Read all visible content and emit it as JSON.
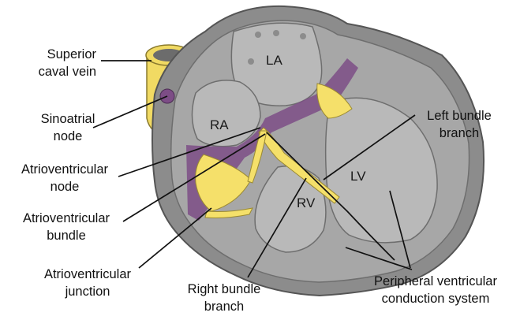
{
  "diagram": {
    "chambers": {
      "la": "LA",
      "ra": "RA",
      "lv": "LV",
      "rv": "RV"
    },
    "labels": {
      "svc_1": "Superior",
      "svc_2": "caval vein",
      "sa_1": "Sinoatrial",
      "sa_2": "node",
      "av_node_1": "Atrioventricular",
      "av_node_2": "node",
      "av_bundle_1": "Atrioventricular",
      "av_bundle_2": "bundle",
      "av_junction_1": "Atrioventricular",
      "av_junction_2": "junction",
      "rbb_1": "Right bundle",
      "rbb_2": "branch",
      "lbb_1": "Left bundle",
      "lbb_2": "branch",
      "pvcs_1": "Peripheral ventricular",
      "pvcs_2": "conduction system"
    },
    "colors": {
      "outer_wall": "#8c8c8c",
      "inner_wall": "#a7a7a7",
      "cavity": "#b9b9b9",
      "conduction": "#f5e06a",
      "junction": "#7d4d86"
    }
  }
}
